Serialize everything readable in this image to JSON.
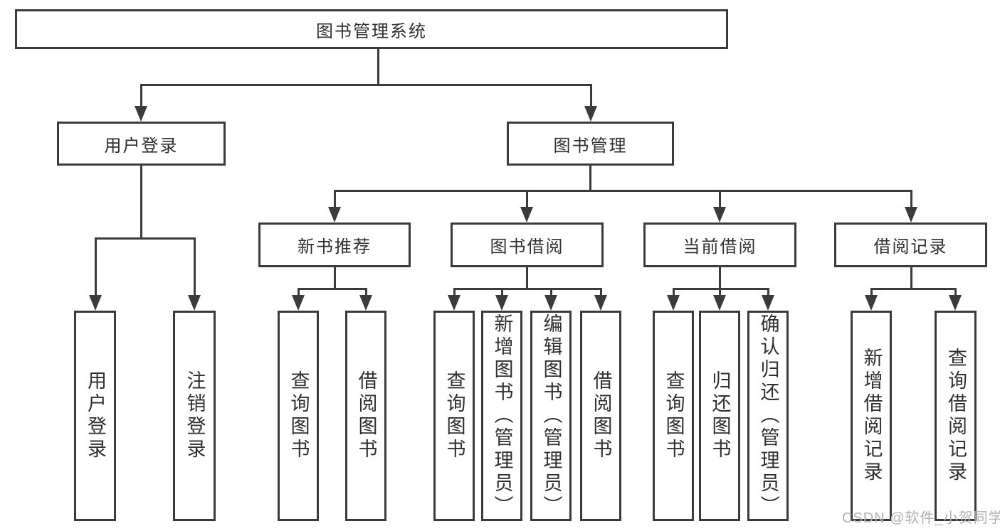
{
  "tree": {
    "label": "图书管理系统",
    "children": [
      {
        "label": "用户登录",
        "children": [
          {
            "label": "用户登录"
          },
          {
            "label": "注销登录"
          }
        ]
      },
      {
        "label": "图书管理",
        "children": [
          {
            "label": "新书推荐",
            "children": [
              {
                "label": "查询图书"
              },
              {
                "label": "借阅图书"
              }
            ]
          },
          {
            "label": "图书借阅",
            "children": [
              {
                "label": "查询图书"
              },
              {
                "label": "新增图书（管理员）"
              },
              {
                "label": "编辑图书（管理员）"
              },
              {
                "label": "借阅图书"
              }
            ]
          },
          {
            "label": "当前借阅",
            "children": [
              {
                "label": "查询图书"
              },
              {
                "label": "归还图书"
              },
              {
                "label": "确认归还（管理员）"
              }
            ]
          },
          {
            "label": "借阅记录",
            "children": [
              {
                "label": "新增借阅记录"
              },
              {
                "label": "查询借阅记录"
              }
            ]
          }
        ]
      }
    ]
  },
  "watermark": {
    "text": "CSDN @软件_小贺同学"
  },
  "colors": {
    "line": "#3b3b3b",
    "text": "#2f2f2f",
    "watermark": "#b2b2b2",
    "bg": "#ffffff"
  }
}
